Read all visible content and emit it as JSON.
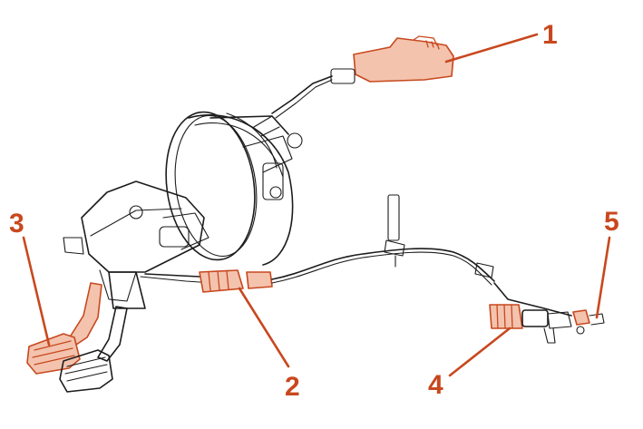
{
  "diagram": {
    "accent_color": "#c8481e",
    "fill_color": "#f3c3ae",
    "callouts": [
      {
        "id": "1",
        "label": "1"
      },
      {
        "id": "2",
        "label": "2"
      },
      {
        "id": "3",
        "label": "3"
      },
      {
        "id": "4",
        "label": "4"
      },
      {
        "id": "5",
        "label": "5"
      }
    ]
  }
}
